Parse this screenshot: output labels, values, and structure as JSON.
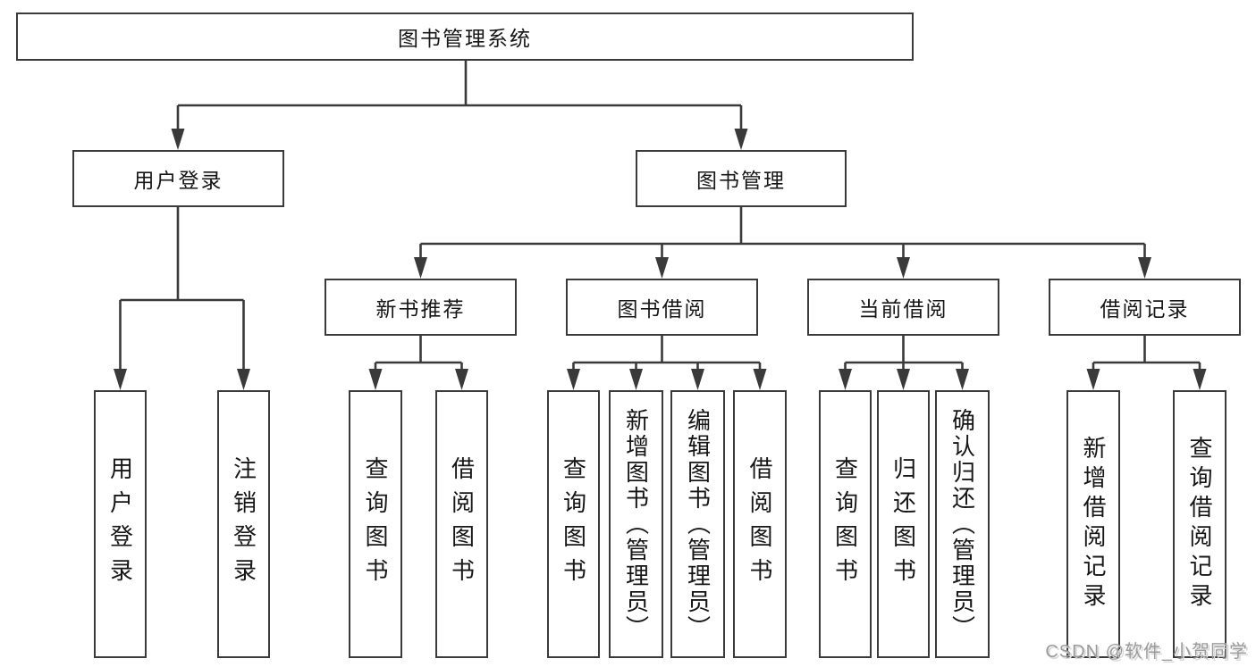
{
  "diagram": {
    "root_label": "图书管理系统",
    "level2": [
      {
        "label": "用户登录"
      },
      {
        "label": "图书管理"
      }
    ],
    "level3": [
      {
        "label": "新书推荐"
      },
      {
        "label": "图书借阅"
      },
      {
        "label": "当前借阅"
      },
      {
        "label": "借阅记录"
      }
    ],
    "leaves": {
      "user_login": [
        {
          "label": "用户登录"
        },
        {
          "label": "注销登录"
        }
      ],
      "new_book": [
        {
          "label": "查询图书"
        },
        {
          "label": "借阅图书"
        }
      ],
      "borrow": [
        {
          "label": "查询图书"
        },
        {
          "label": "新增图书（管理员）"
        },
        {
          "label": "编辑图书（管理员）"
        },
        {
          "label": "借阅图书"
        }
      ],
      "current": [
        {
          "label": "查询图书"
        },
        {
          "label": "归还图书"
        },
        {
          "label": "确认归还（管理员）"
        }
      ],
      "records": [
        {
          "label": "新增借阅记录"
        },
        {
          "label": "查询借阅记录"
        }
      ]
    },
    "colors": {
      "line": "#3a3a3a",
      "text": "#161616",
      "background": "#ffffff",
      "watermark": "#9b9b9b"
    }
  },
  "watermark": {
    "text": "CSDN @软件_小贺同学"
  }
}
